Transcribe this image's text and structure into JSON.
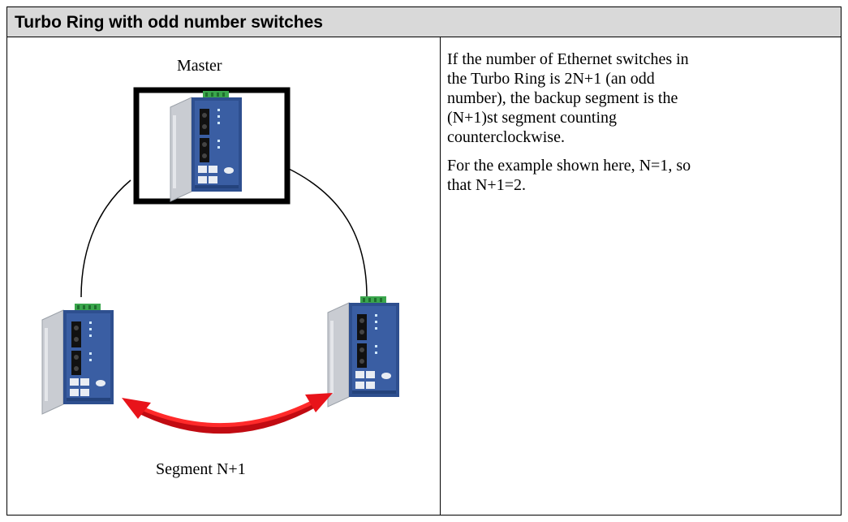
{
  "table": {
    "title": "Turbo Ring with odd number switches"
  },
  "diagram": {
    "master_label": "Master",
    "segment_label": "Segment N+1",
    "colors": {
      "ring": "#000000",
      "arrow": "#e8131a",
      "switch_body": "#2e4f8f",
      "switch_side": "#c9ccd2",
      "terminal": "#3aa64c"
    },
    "icons": [
      "ethernet-switch-icon",
      "ethernet-switch-icon",
      "ethernet-switch-icon",
      "double-arrow-icon"
    ]
  },
  "description": {
    "paragraph1": "If the number of Ethernet switches in the Turbo Ring is 2N+1 (an odd number), the backup segment is the (N+1)st segment counting counterclockwise.",
    "paragraph2": "For the example shown here, N=1, so that N+1=2."
  }
}
